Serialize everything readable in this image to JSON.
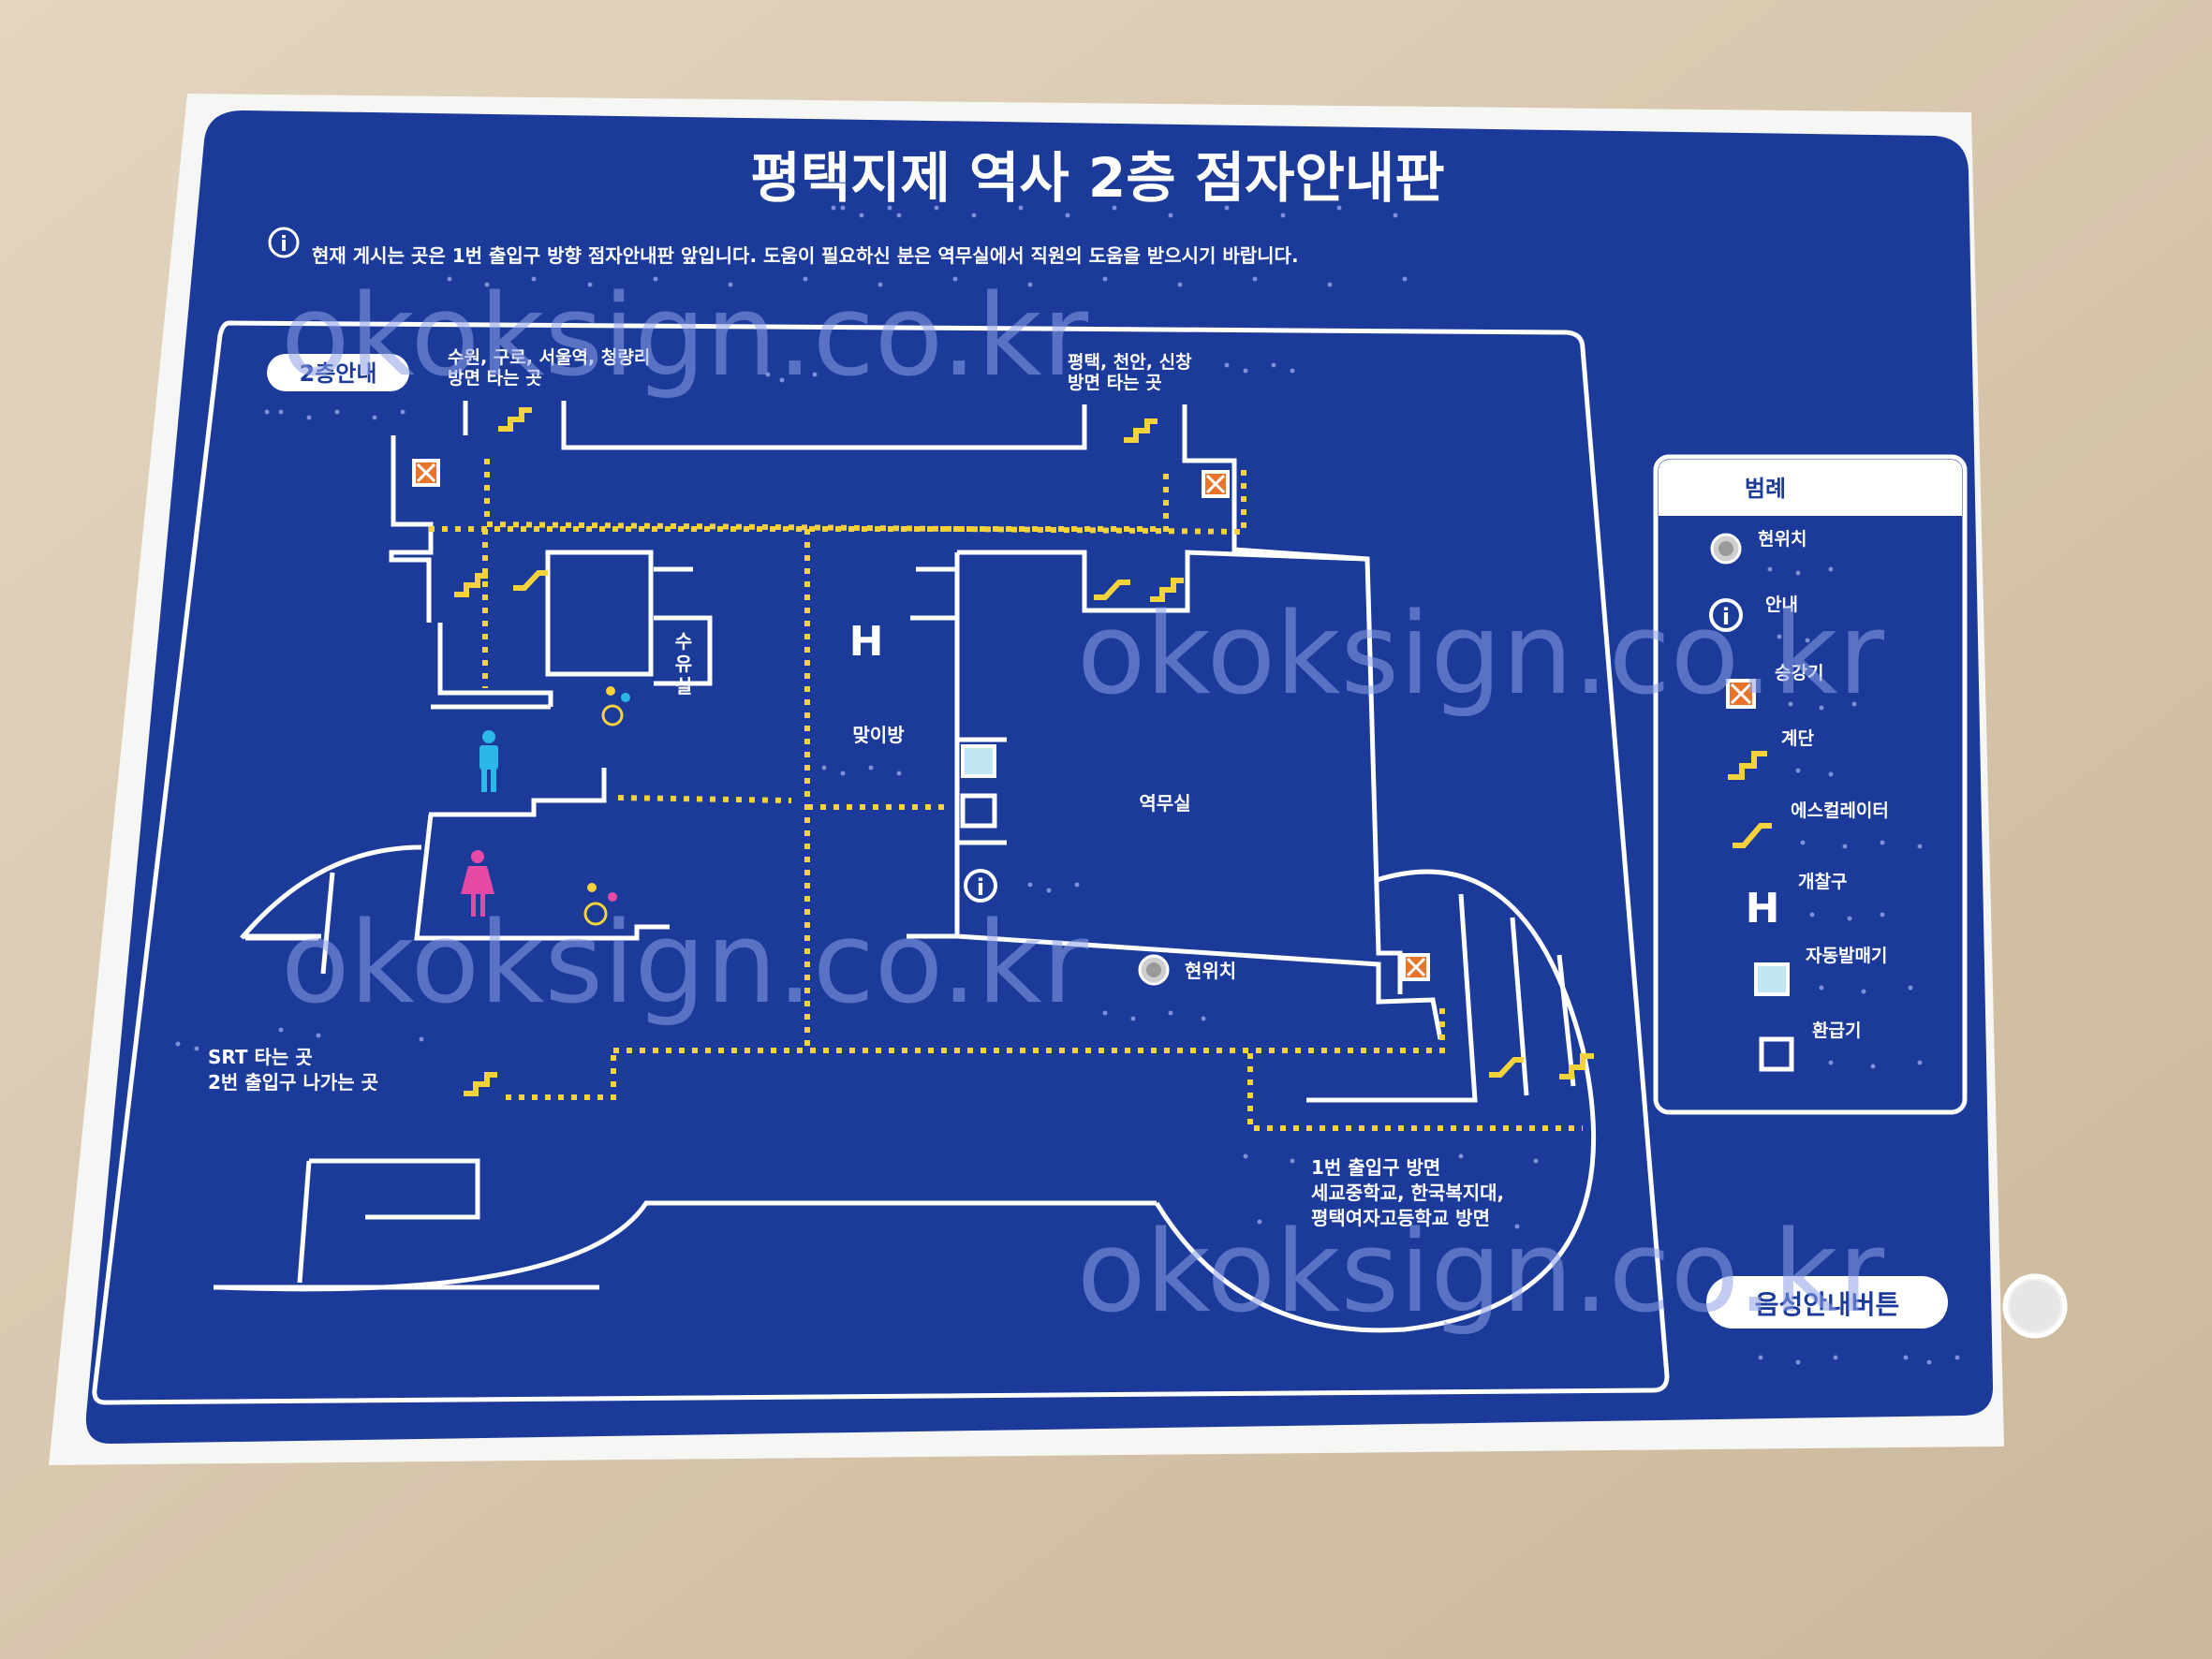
{
  "title": "평택지제 역사 2층 점자안내판",
  "notice": "현재 게시는 곳은 1번 출입구 방향 점자안내판 앞입니다. 도움이 필요하신 분은 역무실에서 직원의 도움을 받으시기 바랍니다.",
  "floor_tag": "2층안내",
  "labels": {
    "platform_left": [
      "수원, 구로, 서울역, 청량리",
      "방면 타는 곳"
    ],
    "platform_right": [
      "평택, 천안, 신창",
      "방면 타는 곳"
    ],
    "water_room": [
      "수",
      "유",
      "실"
    ],
    "waiting_room": "맞이방",
    "station_office": "역무실",
    "current_location": "현위치",
    "srt": [
      "SRT 타는 곳",
      "2번 출입구 나가는 곳"
    ],
    "exit1": [
      "1번 출입구 방면",
      "세교중학교, 한국복지대,",
      "평택여자고등학교 방면"
    ],
    "ticket_gate_glyph": "H"
  },
  "legend": {
    "title": "범례",
    "items": [
      {
        "label": "현위치",
        "icon": "current-location-icon"
      },
      {
        "label": "안내",
        "icon": "info-icon"
      },
      {
        "label": "승강기",
        "icon": "elevator-icon"
      },
      {
        "label": "계단",
        "icon": "stairs-icon"
      },
      {
        "label": "에스컬레이터",
        "icon": "escalator-icon"
      },
      {
        "label": "개찰구",
        "icon": "ticket-gate-icon"
      },
      {
        "label": "자동발매기",
        "icon": "ticket-machine-icon"
      },
      {
        "label": "환급기",
        "icon": "refund-machine-icon"
      }
    ]
  },
  "voice_button": "음성안내버튼",
  "watermark": "okoksign.co.kr",
  "colors": {
    "panel": "#1b3a9a",
    "line": "#ffffff",
    "route": "#f3d23a",
    "elevator": "#e8742a",
    "male": "#2bb8e8",
    "female": "#e64aa6"
  }
}
